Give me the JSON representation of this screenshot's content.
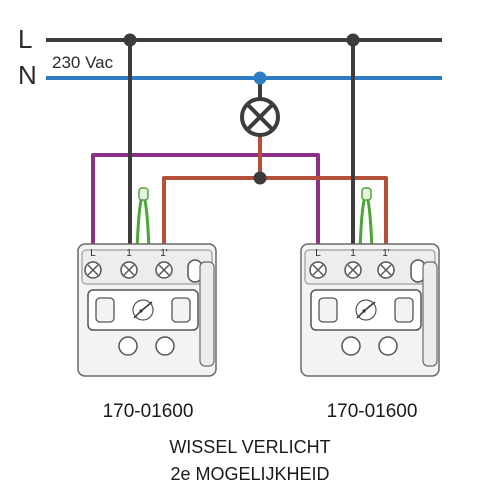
{
  "rails": {
    "line_label": "L",
    "neutral_label": "N",
    "voltage_label": "230 Vac"
  },
  "switches": [
    {
      "terminals": [
        "L",
        "1",
        "1'"
      ],
      "part_number": "170-01600"
    },
    {
      "terminals": [
        "L",
        "1",
        "1'"
      ],
      "part_number": "170-01600"
    }
  ],
  "caption": {
    "line1": "WISSEL VERLICHT",
    "line2": "2e MOGELIJKHEID"
  },
  "colors": {
    "background": "#ffffff",
    "line_wire": "#3c3c3c",
    "neutral_wire": "#2e7dc3",
    "traveller_purple": "#8e2f86",
    "traveller_brown": "#b4503a",
    "jumper_green": "#4aa636",
    "switch_body": "#f3f3f3"
  },
  "icons": {
    "lamp": "lamp-cross-circle-icon",
    "switch_symbol": "toggle-switch-icon"
  }
}
